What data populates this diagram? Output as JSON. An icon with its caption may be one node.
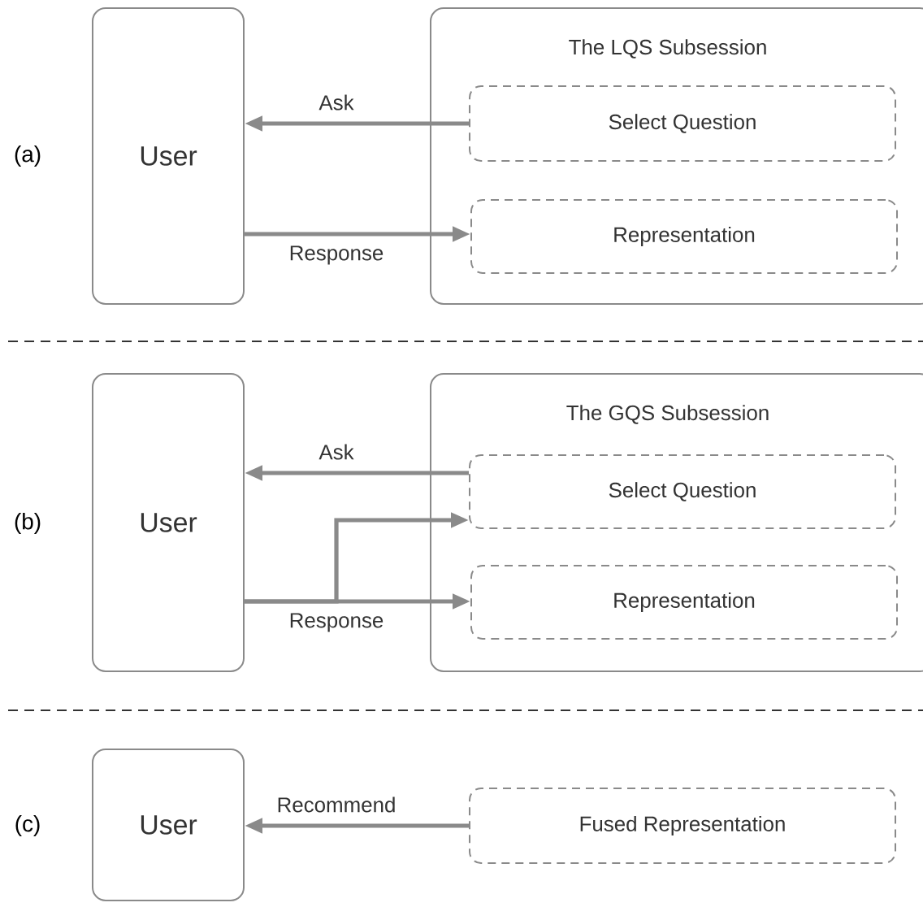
{
  "diagram": {
    "nodes": [
      {
        "text": [
          "User"
        ]
      },
      {
        "text": [
          "The LQS Subsession"
        ]
      },
      {
        "text": [
          "Select Question"
        ],
        "in": 1
      },
      {
        "text": [
          "Representation"
        ],
        "in": 1
      },
      {
        "text": [
          "User"
        ]
      },
      {
        "text": [
          "The GQS Subsession"
        ]
      },
      {
        "text": [
          "Select Question"
        ],
        "in": 5
      },
      {
        "text": [
          "Representation"
        ],
        "in": 5
      },
      {
        "text": [
          "User"
        ]
      },
      {
        "text": [
          "Fused Representation"
        ]
      }
    ],
    "edges": [
      {
        "from": 2,
        "to": 0,
        "arrow": "to",
        "label": "Ask"
      },
      {
        "from": 0,
        "to": 3,
        "arrow": "to",
        "label": "Response"
      },
      {
        "from": 6,
        "to": 4,
        "arrow": "to",
        "label": "Ask"
      },
      {
        "from": 4,
        "to": 7,
        "arrow": "to",
        "label": "Response"
      },
      {
        "from": 4,
        "to": 6,
        "arrow": "to"
      },
      {
        "from": 9,
        "to": 8,
        "arrow": "to",
        "label": "Recommend"
      }
    ],
    "labels": [
      "(a)",
      "(b)",
      "(c)"
    ]
  }
}
